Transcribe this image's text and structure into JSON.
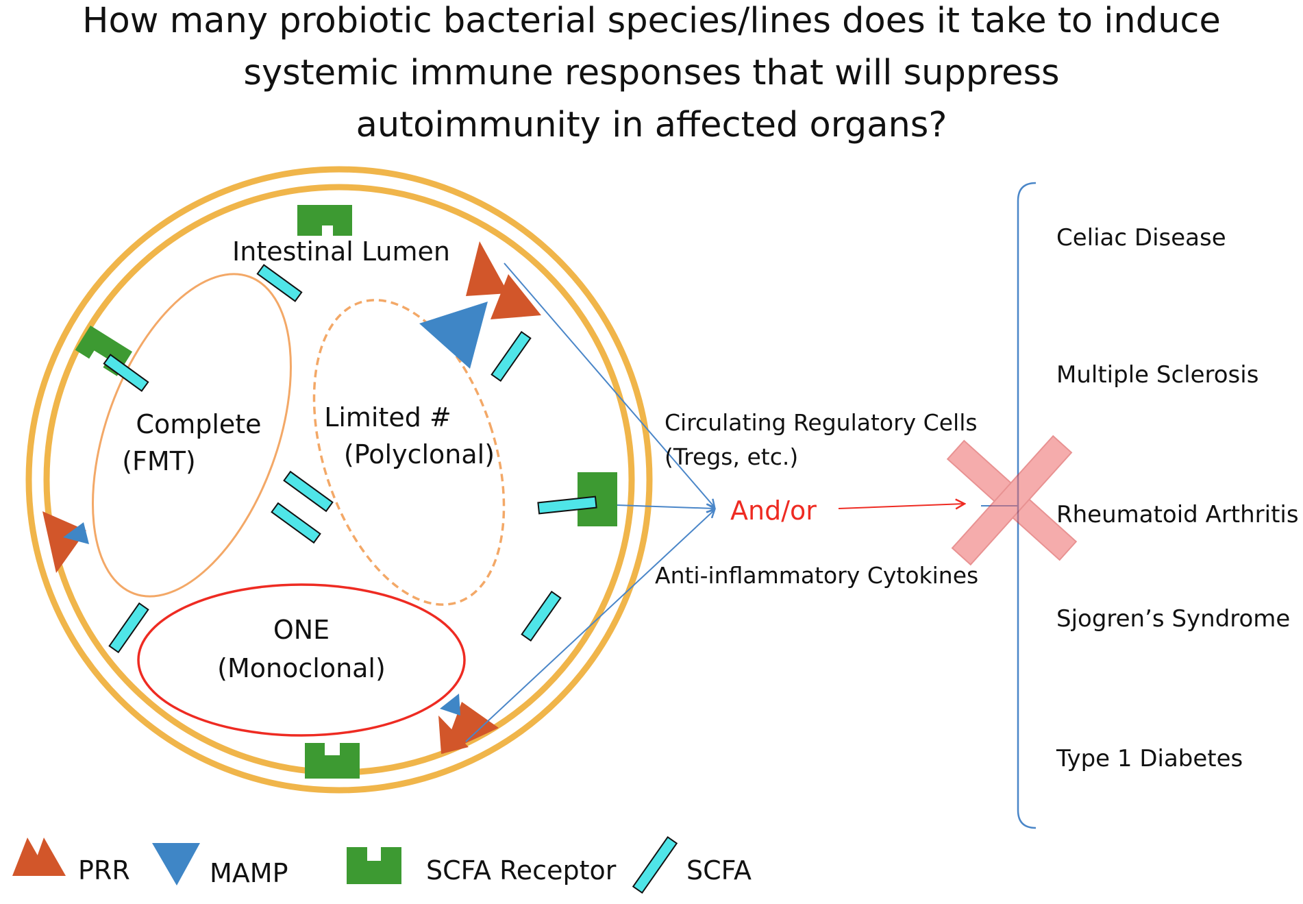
{
  "title": [
    "How many probiotic bacterial species/lines does it take to induce",
    "systemic immune responses that will suppress",
    "autoimmunity in affected organs?"
  ],
  "diagram": {
    "lumen_label": "Intestinal Lumen",
    "complete": {
      "line1": "Complete",
      "line2": "(FMT)"
    },
    "limited": {
      "line1": "Limited #",
      "line2": "(Polyclonal)"
    },
    "one": {
      "line1": "ONE",
      "line2": "(Monoclonal)"
    },
    "circulating": {
      "line1": "Circulating Regulatory Cells",
      "line2": "(Tregs, etc.)"
    },
    "andor": "And/or",
    "cytokines": "Anti-inflammatory Cytokines",
    "diseases": [
      "Celiac Disease",
      "Multiple Sclerosis",
      "Rheumatoid Arthritis",
      "Sjogren’s Syndrome",
      "Type 1 Diabetes"
    ]
  },
  "legend": [
    {
      "label": "PRR",
      "icon": "prr-icon"
    },
    {
      "label": "MAMP",
      "icon": "mamp-icon"
    },
    {
      "label": "SCFA Receptor",
      "icon": "scfa-receptor-icon"
    },
    {
      "label": "SCFA",
      "icon": "scfa-icon"
    }
  ],
  "colors": {
    "ring": "#f0b54a",
    "complete_oval": "#f3a867",
    "limited_oval": "#f3a867",
    "one_oval": "#ee2b22",
    "prr": "#d2562a",
    "mamp": "#3f86c6",
    "scfa_receptor": "#3d9a32",
    "scfa": "#4fe5e8",
    "arrow_blue": "#4a86c8",
    "arrow_red": "#ee2b22",
    "bracket": "#4a86c8",
    "andor": "#ee2b22"
  }
}
